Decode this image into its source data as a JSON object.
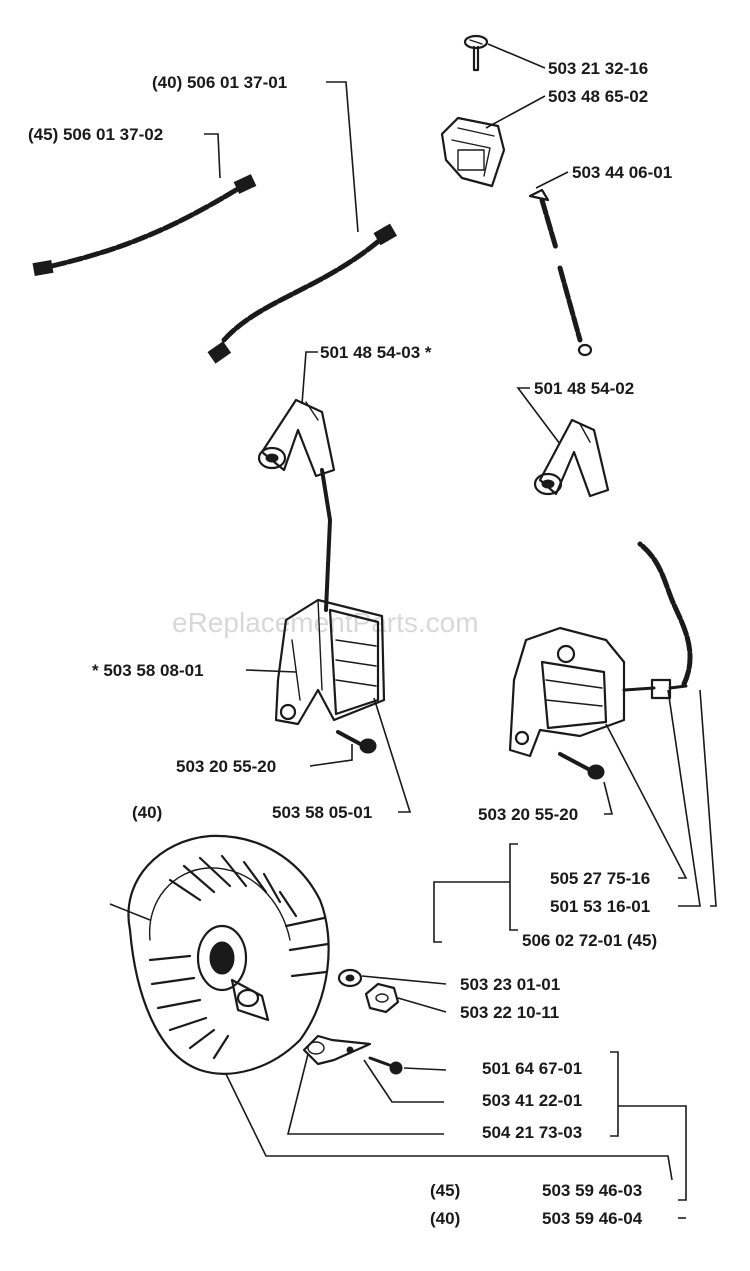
{
  "watermark": "eReplacementParts.com",
  "labels": {
    "l_503_21_32_16": "503 21 32-16",
    "l_503_48_65_02": "503 48 65-02",
    "l_40_506_01_37_01": "(40) 506 01 37-01",
    "l_45_506_01_37_02": "(45) 506 01 37-02",
    "l_503_44_06_01": "503 44 06-01",
    "l_501_48_54_03": "501 48 54-03  *",
    "l_501_48_54_02": "501 48 54-02",
    "l_503_58_08_01": "*  503 58 08-01",
    "l_503_20_55_20_a": "503 20 55-20",
    "l_40_a": "(40)",
    "l_503_58_05_01": "503 58 05-01",
    "l_503_20_55_20_b": "503 20 55-20",
    "l_505_27_75_16": "505 27 75-16",
    "l_501_53_16_01": "501 53 16-01",
    "l_506_02_72_01": "506 02 72-01 (45)",
    "l_503_23_01_01": "503 23 01-01",
    "l_503_22_10_11": "503 22 10-11",
    "l_501_64_67_01": "501 64 67-01",
    "l_503_41_22_01": "503 41 22-01",
    "l_504_21_73_03": "504 21 73-03",
    "l_45_b": "(45)",
    "l_40_b": "(40)",
    "l_503_59_46_03": "503 59 46-03",
    "l_503_59_46_04": "503 59 46-04"
  }
}
